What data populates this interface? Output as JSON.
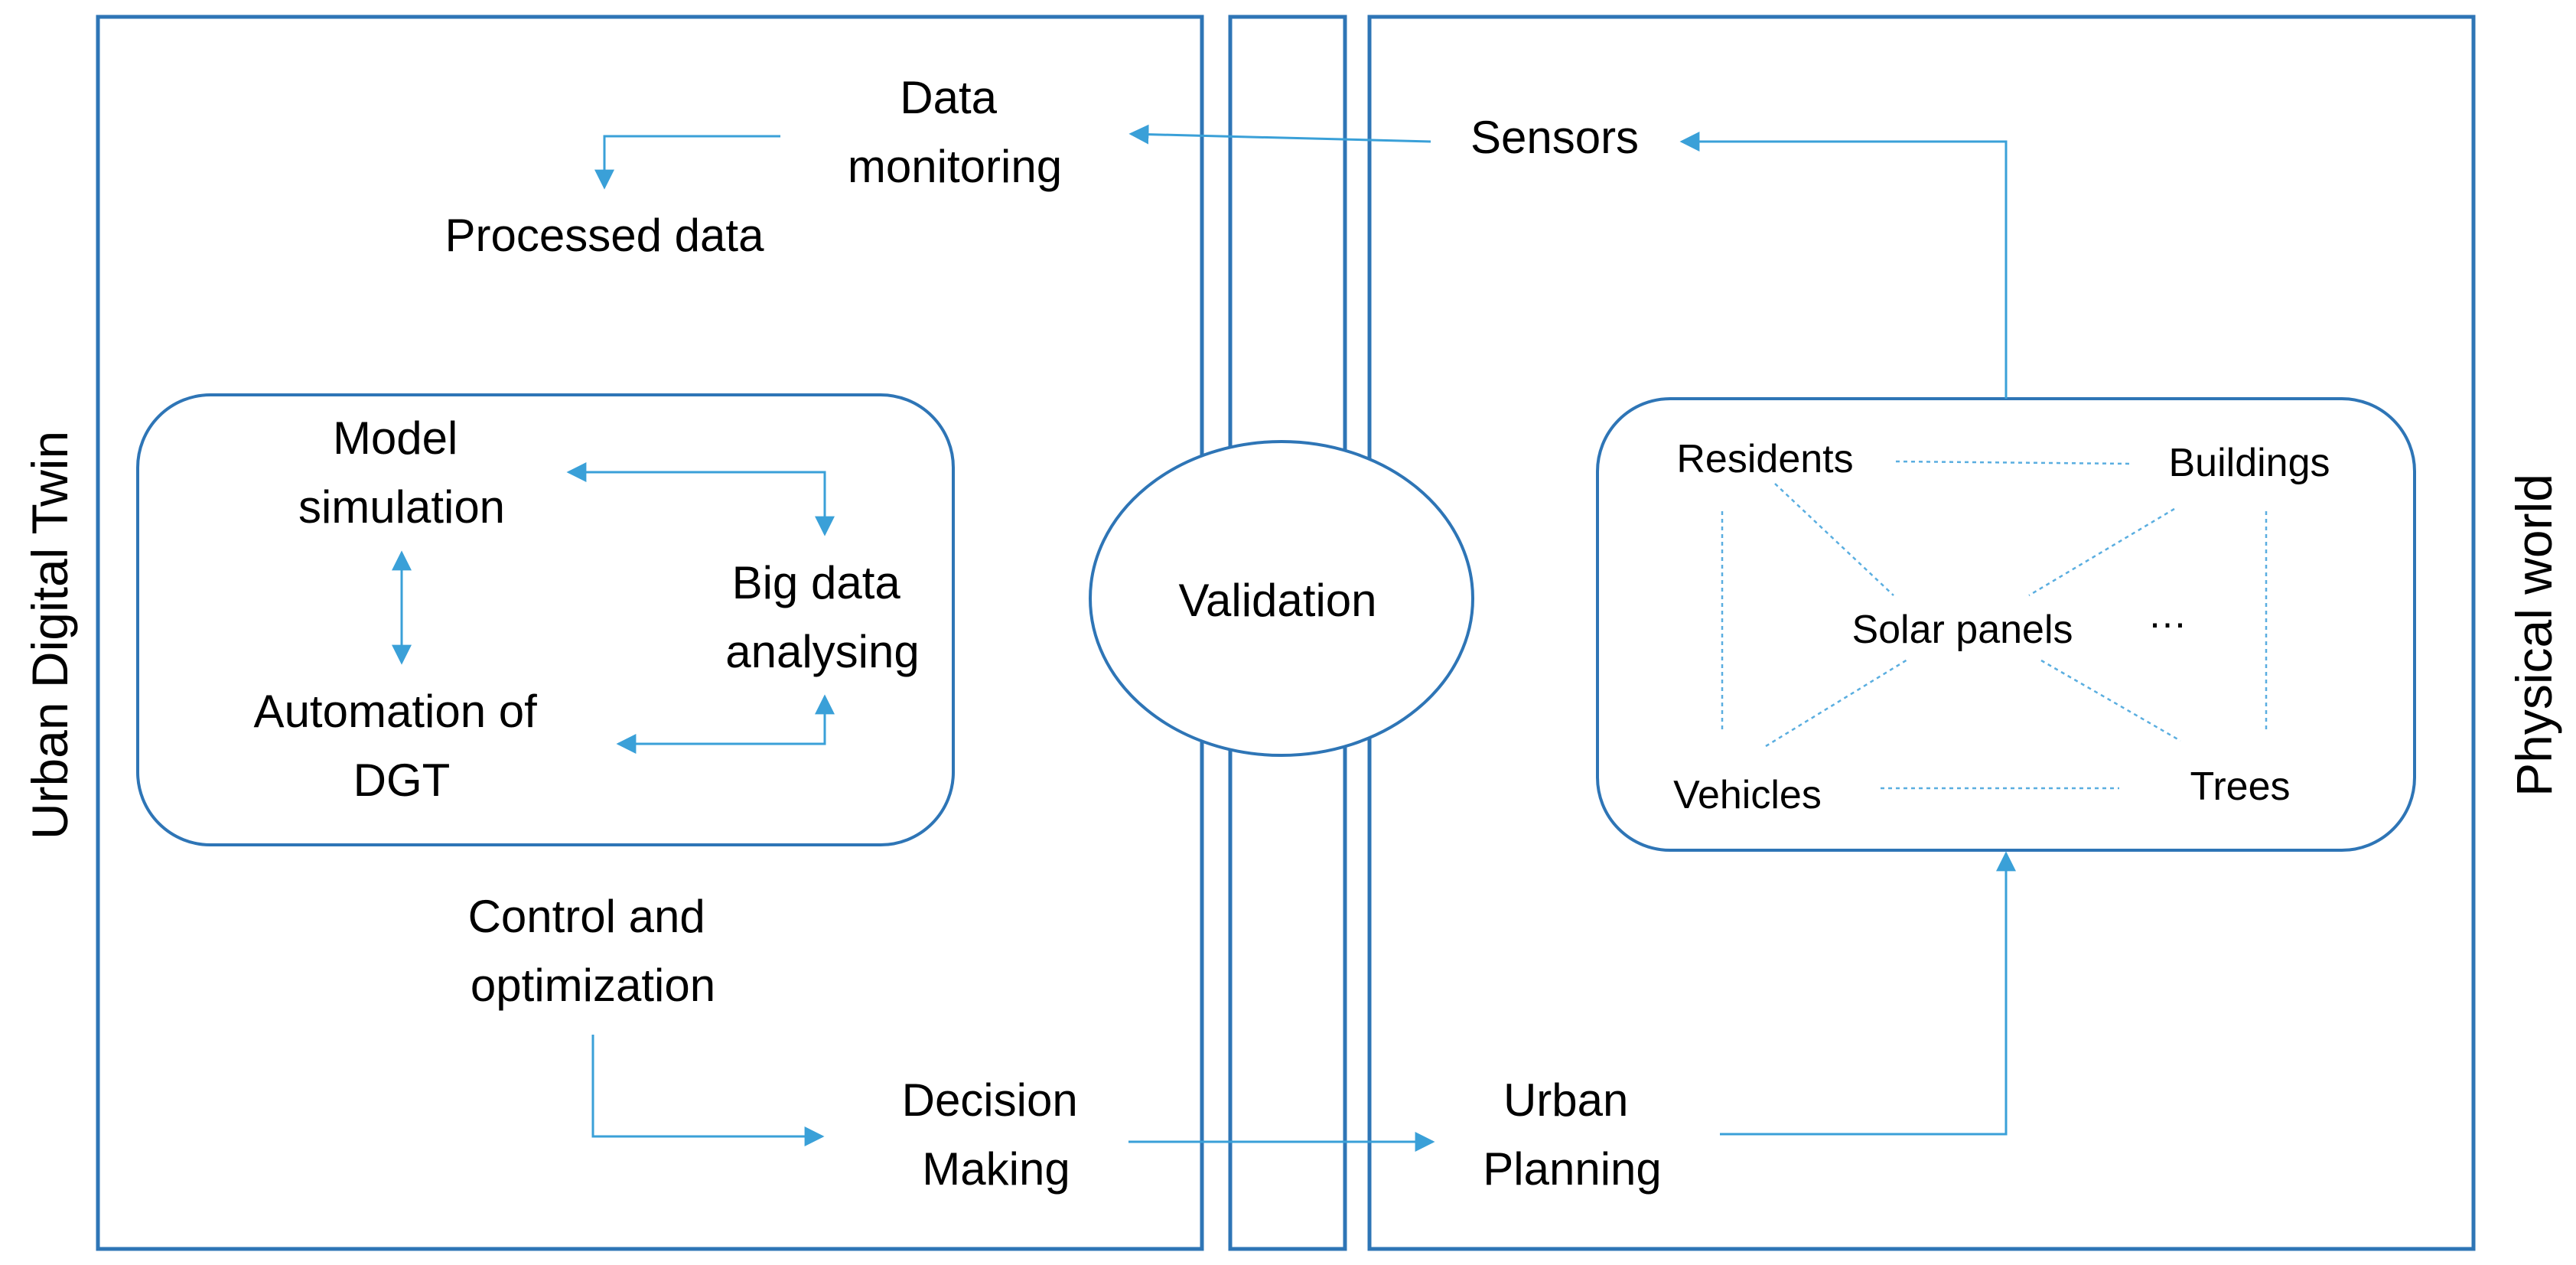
{
  "side_labels": {
    "left": "Urban Digital Twin",
    "right": "Physical world"
  },
  "digital_twin": {
    "data_monitoring": [
      "Data",
      "monitoring"
    ],
    "processed_data": "Processed data",
    "model_simulation": [
      "Model",
      "simulation"
    ],
    "big_data": [
      "Big data",
      "analysing"
    ],
    "automation": [
      "Automation of",
      "DGT"
    ],
    "control": [
      "Control and",
      "optimization"
    ],
    "decision": [
      "Decision",
      "Making"
    ]
  },
  "validation": "Validation",
  "physical": {
    "sensors": "Sensors",
    "urban_planning": [
      "Urban",
      "Planning"
    ],
    "nodes": {
      "residents": "Residents",
      "buildings": "Buildings",
      "solar_panels": "Solar panels",
      "ellipsis": "…",
      "vehicles": "Vehicles",
      "trees": "Trees"
    }
  },
  "colors": {
    "frame": "#2e75b6",
    "arrow": "#3aa0d8"
  }
}
